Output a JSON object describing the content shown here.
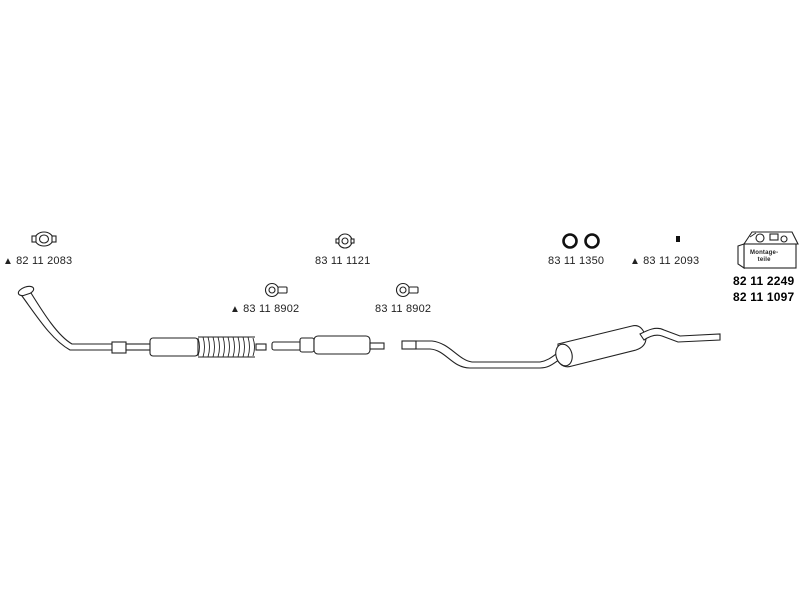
{
  "parts": {
    "p_clamp_front": {
      "number": "82 11 2083",
      "marker": "▲"
    },
    "p_rubber_ring": {
      "number": "83 11 1121",
      "marker": ""
    },
    "p_clamp_a": {
      "number": "83 11 8902",
      "marker": "▲"
    },
    "p_clamp_b": {
      "number": "83 11 8902",
      "marker": ""
    },
    "p_o_rings": {
      "number": "83 11 1350",
      "marker": ""
    },
    "p_small_part": {
      "number": "83 11 2093",
      "marker": "▲"
    },
    "p_kit_1": {
      "number": "82 11 2249"
    },
    "p_kit_2": {
      "number": "82 11 1097"
    }
  },
  "kit_box": {
    "line1": "Montage-",
    "line2": "teile"
  }
}
